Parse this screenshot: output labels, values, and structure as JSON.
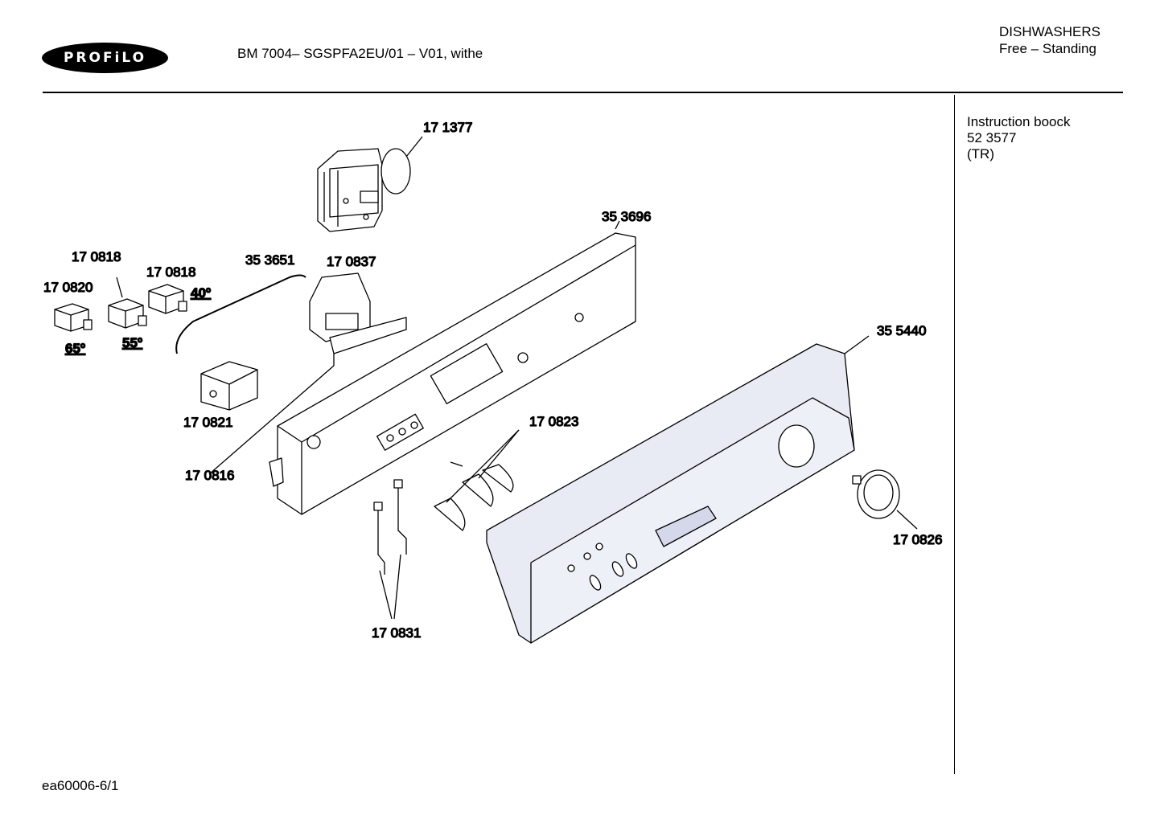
{
  "header": {
    "brand": "PROFiLO",
    "model": "BM 7004– SGSPFA2EU/01 – V01, withe",
    "category_line1": "DISHWASHERS",
    "category_line2": "Free – Standing"
  },
  "side_panel": {
    "line1": "Instruction boock",
    "line2": "52 3577",
    "line3": "(TR)"
  },
  "footer": {
    "code": "ea60006-6/1"
  },
  "parts": {
    "p171377": "17 1377",
    "p353696": "35 3696",
    "p170818a": "17 0818",
    "p170818b": "17 0818",
    "p170820": "17 0820",
    "p353651": "35 3651",
    "p170837": "17 0837",
    "p355440": "35 5440",
    "p170821": "17 0821",
    "p170816": "17 0816",
    "p170823": "17 0823",
    "p170826": "17 0826",
    "p170831": "17 0831"
  },
  "temperatures": {
    "t40": "40º",
    "t55": "55º",
    "t65": "65º"
  },
  "colors": {
    "line": "#000000",
    "panel_fill": "#e8eaf4",
    "part_fill": "#ffffff"
  }
}
